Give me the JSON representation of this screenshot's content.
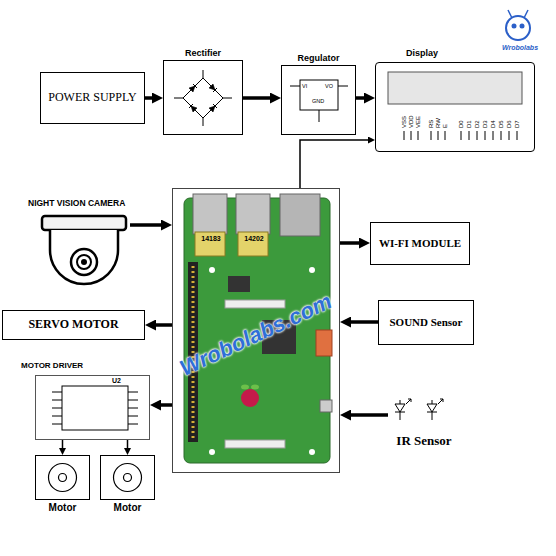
{
  "diagram": {
    "nodes": [
      {
        "text": [
          "POWER SUPPLY"
        ]
      },
      {
        "text": [
          "Rectifier"
        ]
      },
      {
        "text": [
          "Regulator"
        ]
      },
      {
        "text": [
          "Display"
        ]
      },
      {
        "text": [
          "NIGHT VISION CAMERA"
        ]
      },
      {
        "text": [
          "14183",
          "14202"
        ]
      },
      {
        "text": [
          "WI-FI MODULE"
        ]
      },
      {
        "text": [
          "SOUND Sensor"
        ]
      },
      {
        "text": [
          "IR Sensor"
        ]
      },
      {
        "text": [
          "SERVO MOTOR"
        ]
      },
      {
        "text": [
          "MOTOR DRIVER"
        ]
      },
      {
        "text": [
          "Motor"
        ]
      },
      {
        "text": [
          "Motor"
        ]
      }
    ],
    "edges": [
      {
        "from": 0,
        "to": 1,
        "arrow": "to"
      },
      {
        "from": 1,
        "to": 2,
        "arrow": "to"
      },
      {
        "from": 2,
        "to": 3,
        "arrow": "to"
      },
      {
        "from": 5,
        "to": 3,
        "arrow": "to"
      },
      {
        "from": 4,
        "to": 5,
        "arrow": "to"
      },
      {
        "from": 5,
        "to": 6,
        "arrow": "to"
      },
      {
        "from": 7,
        "to": 5,
        "arrow": "to"
      },
      {
        "from": 5,
        "to": 9,
        "arrow": "to"
      },
      {
        "from": 8,
        "to": 5,
        "arrow": "to"
      },
      {
        "from": 5,
        "to": 10,
        "arrow": "to"
      },
      {
        "from": 10,
        "to": 11,
        "arrow": "to"
      },
      {
        "from": 10,
        "to": 12,
        "arrow": "to"
      }
    ],
    "labels": [
      "VI",
      "VO",
      "GND",
      "VSS",
      "VDD",
      "VEE",
      "RS",
      "RW",
      "E",
      "D0",
      "D1",
      "D2",
      "D3",
      "D4",
      "D5",
      "D6",
      "D7",
      "U2",
      "Wrobolabs",
      "Wrobolabs.com"
    ]
  }
}
